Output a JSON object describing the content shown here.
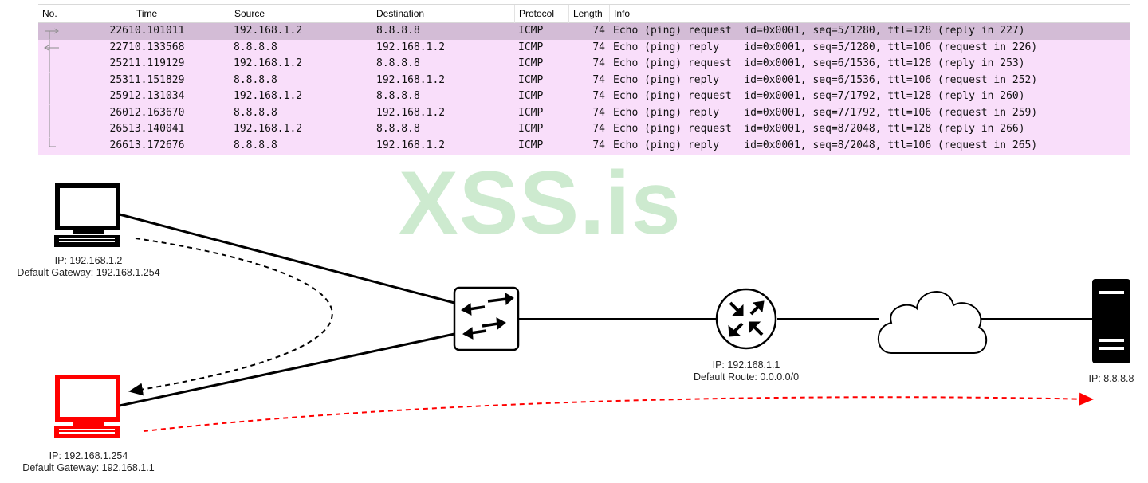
{
  "packet_list": {
    "columns": [
      "No.",
      "Time",
      "Source",
      "Destination",
      "Protocol",
      "Length",
      "Info"
    ],
    "rows": [
      {
        "no": "226",
        "time": "10.101011",
        "source": "192.168.1.2",
        "destination": "8.8.8.8",
        "protocol": "ICMP",
        "length": "74",
        "info": "Echo (ping) request  id=0x0001, seq=5/1280, ttl=128 (reply in 227)"
      },
      {
        "no": "227",
        "time": "10.133568",
        "source": "8.8.8.8",
        "destination": "192.168.1.2",
        "protocol": "ICMP",
        "length": "74",
        "info": "Echo (ping) reply    id=0x0001, seq=5/1280, ttl=106 (request in 226)"
      },
      {
        "no": "252",
        "time": "11.119129",
        "source": "192.168.1.2",
        "destination": "8.8.8.8",
        "protocol": "ICMP",
        "length": "74",
        "info": "Echo (ping) request  id=0x0001, seq=6/1536, ttl=128 (reply in 253)"
      },
      {
        "no": "253",
        "time": "11.151829",
        "source": "8.8.8.8",
        "destination": "192.168.1.2",
        "protocol": "ICMP",
        "length": "74",
        "info": "Echo (ping) reply    id=0x0001, seq=6/1536, ttl=106 (request in 252)"
      },
      {
        "no": "259",
        "time": "12.131034",
        "source": "192.168.1.2",
        "destination": "8.8.8.8",
        "protocol": "ICMP",
        "length": "74",
        "info": "Echo (ping) request  id=0x0001, seq=7/1792, ttl=128 (reply in 260)"
      },
      {
        "no": "260",
        "time": "12.163670",
        "source": "8.8.8.8",
        "destination": "192.168.1.2",
        "protocol": "ICMP",
        "length": "74",
        "info": "Echo (ping) reply    id=0x0001, seq=7/1792, ttl=106 (request in 259)"
      },
      {
        "no": "265",
        "time": "13.140041",
        "source": "192.168.1.2",
        "destination": "8.8.8.8",
        "protocol": "ICMP",
        "length": "74",
        "info": "Echo (ping) request  id=0x0001, seq=8/2048, ttl=128 (reply in 266)"
      },
      {
        "no": "266",
        "time": "13.172676",
        "source": "8.8.8.8",
        "destination": "192.168.1.2",
        "protocol": "ICMP",
        "length": "74",
        "info": "Echo (ping) reply    id=0x0001, seq=8/2048, ttl=106 (request in 265)"
      }
    ],
    "selected_row": 0,
    "row_color": "#f9defa",
    "selected_color": "#d3bcd6"
  },
  "diagram": {
    "watermark": "XSS.is",
    "watermark_color": "#cdeacf",
    "victim": {
      "ip": "IP: 192.168.1.2",
      "gateway": "Default Gateway: 192.168.1.254",
      "icon": "computer-icon",
      "color": "#000000"
    },
    "attacker": {
      "ip": "IP: 192.168.1.254",
      "gateway": "Default Gateway: 192.168.1.1",
      "icon": "computer-icon",
      "color": "#ff0000"
    },
    "switch": {
      "icon": "switch-icon"
    },
    "router": {
      "ip": "IP: 192.168.1.1",
      "route": "Default Route: 0.0.0.0/0",
      "icon": "router-icon"
    },
    "internet": {
      "icon": "cloud-icon"
    },
    "server": {
      "ip": "IP: 8.8.8.8",
      "icon": "server-icon"
    }
  }
}
